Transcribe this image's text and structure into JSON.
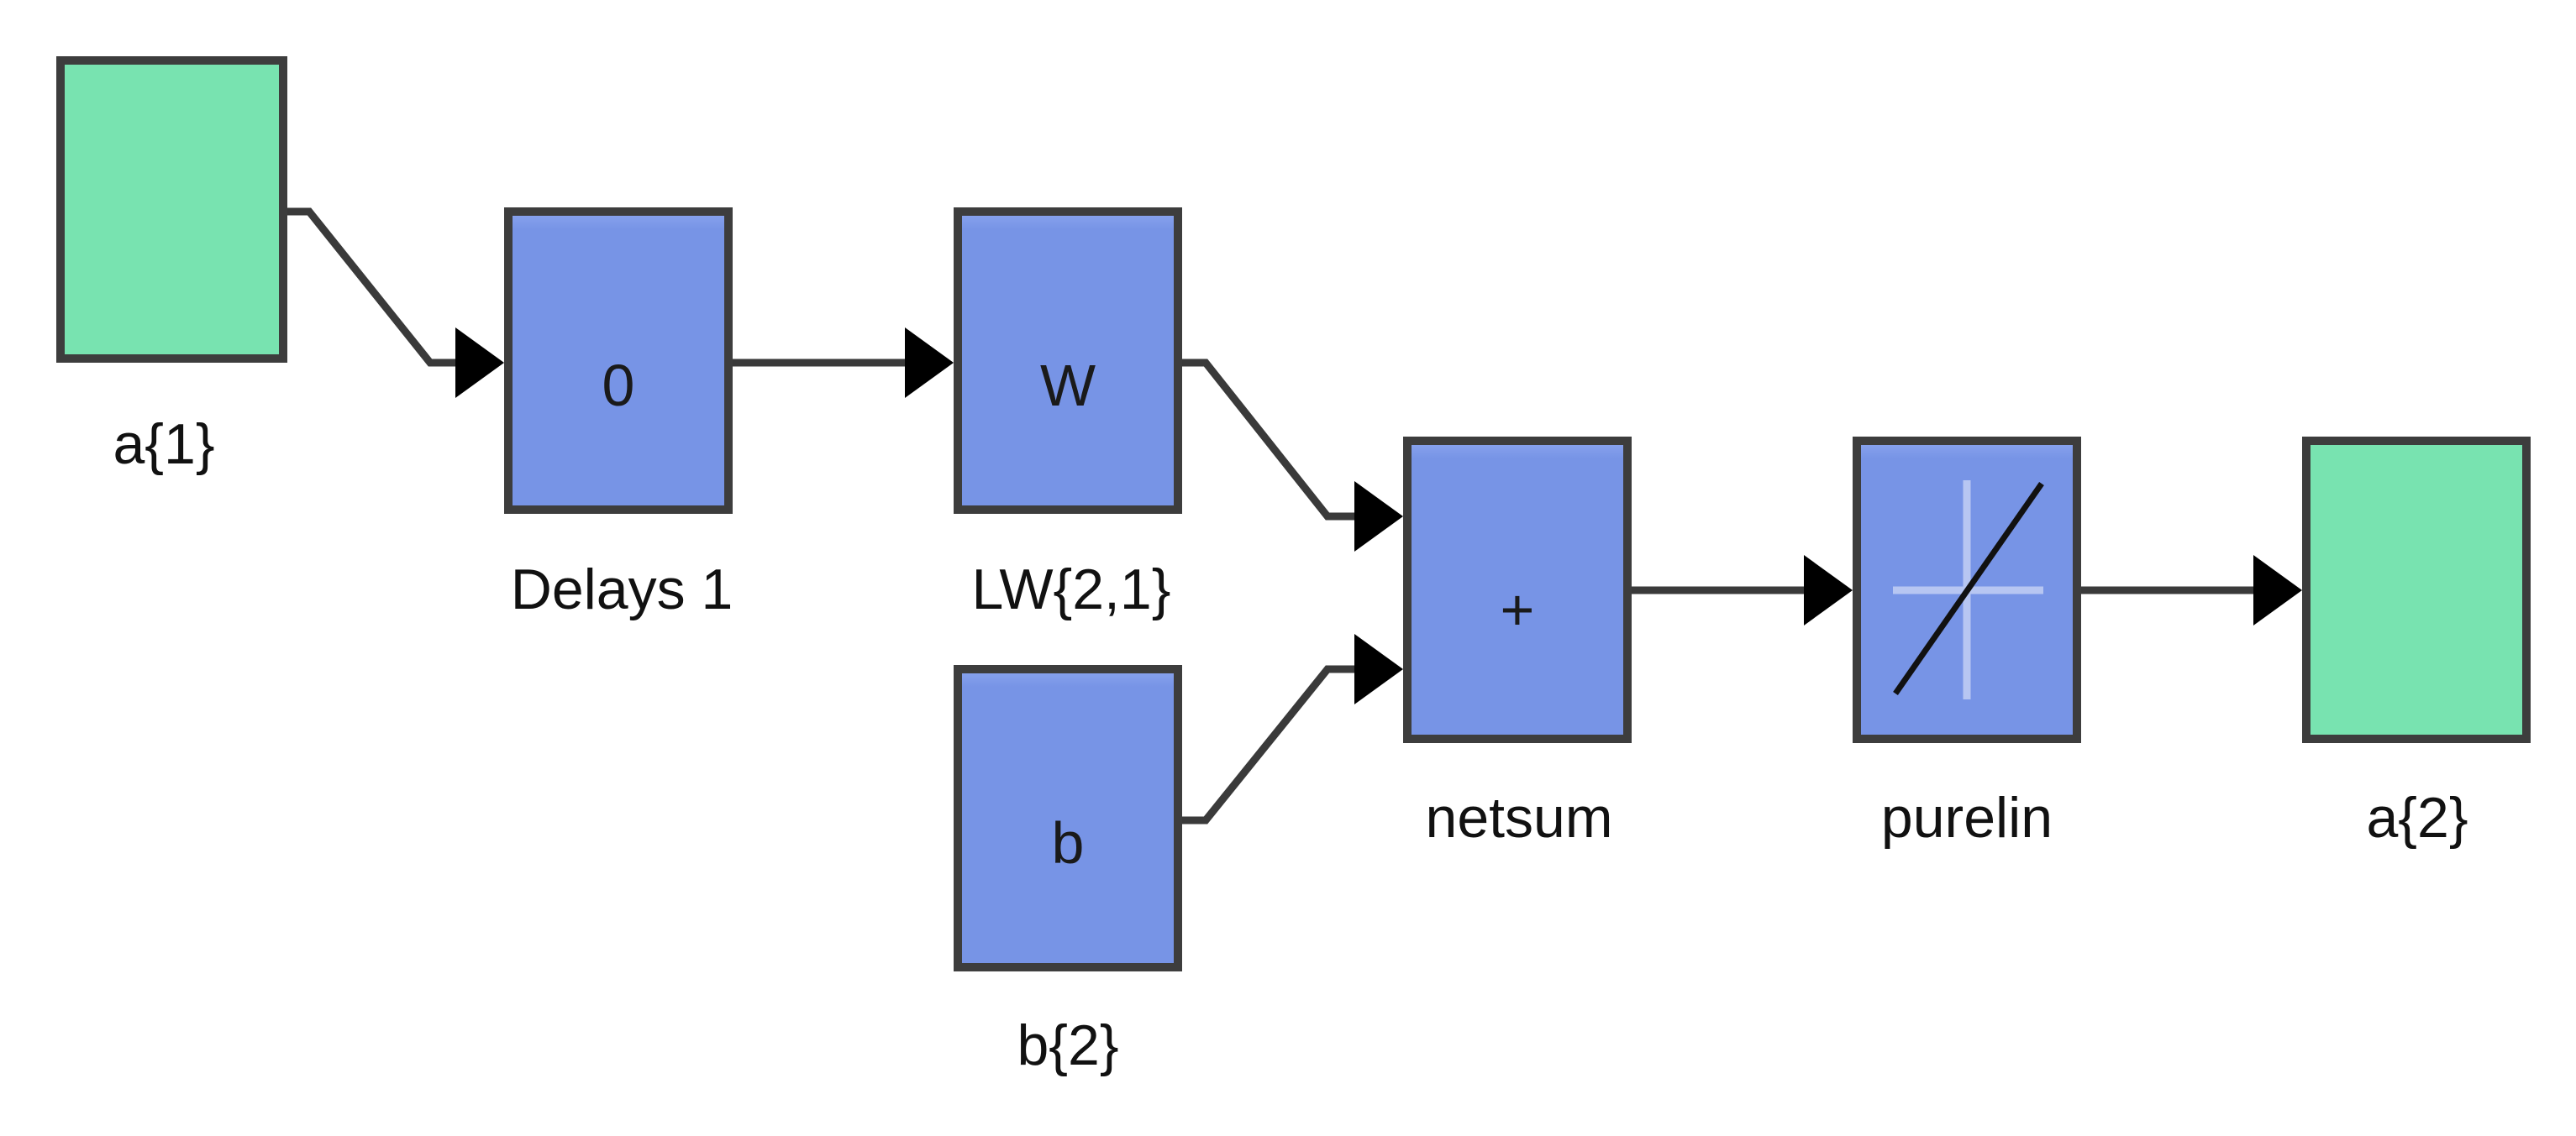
{
  "colors": {
    "io_block": "#78e3b0",
    "layer_block": "#7794e6",
    "border": "#3d3d3d",
    "wire": "#3a3a3a",
    "arrow": "#000000"
  },
  "blocks": [
    {
      "id": "a1",
      "kind": "input",
      "glyph": "",
      "label": "a{1}"
    },
    {
      "id": "delays",
      "kind": "layer",
      "glyph": "0",
      "label": "Delays 1"
    },
    {
      "id": "lw",
      "kind": "layer",
      "glyph": "W",
      "label": "LW{2,1}"
    },
    {
      "id": "bias",
      "kind": "layer",
      "glyph": "b",
      "label": "b{2}"
    },
    {
      "id": "netsum",
      "kind": "layer",
      "glyph": "+",
      "label": "netsum"
    },
    {
      "id": "purelin",
      "kind": "layer",
      "glyph": "",
      "icon": "linear-transfer-icon",
      "label": "purelin"
    },
    {
      "id": "a2",
      "kind": "output",
      "glyph": "",
      "label": "a{2}"
    }
  ],
  "connections": [
    {
      "from": "a1",
      "to": "delays"
    },
    {
      "from": "delays",
      "to": "lw"
    },
    {
      "from": "lw",
      "to": "netsum"
    },
    {
      "from": "bias",
      "to": "netsum"
    },
    {
      "from": "netsum",
      "to": "purelin"
    },
    {
      "from": "purelin",
      "to": "a2"
    }
  ]
}
